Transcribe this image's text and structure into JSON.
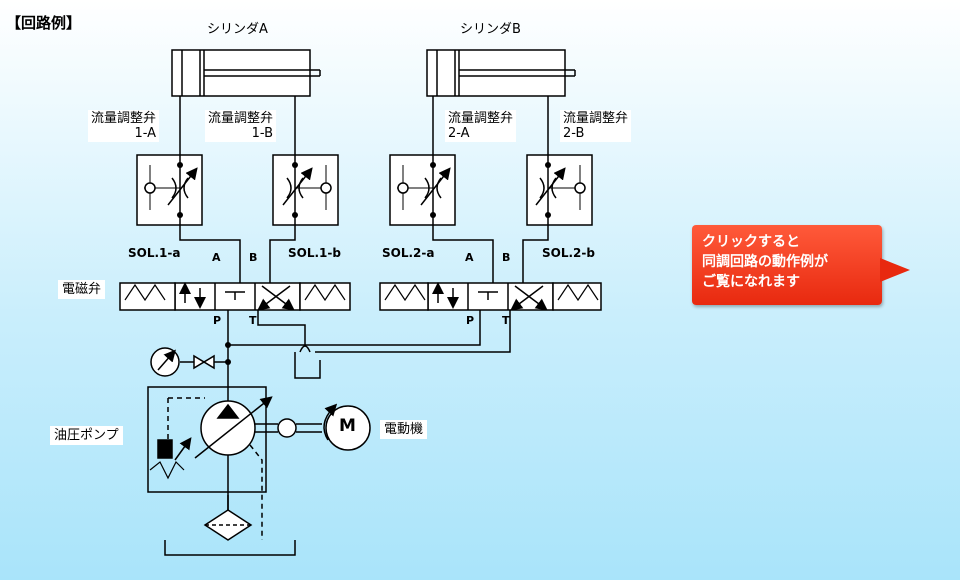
{
  "title": "【回路例】",
  "cylinders": [
    {
      "label": "シリンダA"
    },
    {
      "label": "シリンダB"
    }
  ],
  "flow_valves": [
    {
      "line1": "流量調整弁",
      "line2": "1-A"
    },
    {
      "line1": "流量調整弁",
      "line2": "1-B"
    },
    {
      "line1": "流量調整弁",
      "line2": "2-A"
    },
    {
      "line1": "流量調整弁",
      "line2": "2-B"
    }
  ],
  "solenoids": [
    "SOL.1-a",
    "SOL.1-b",
    "SOL.2-a",
    "SOL.2-b"
  ],
  "ports": {
    "a": "A",
    "b": "B",
    "p": "P",
    "t": "T"
  },
  "labels": {
    "solenoid_valve": "電磁弁",
    "hydraulic_pump": "油圧ポンプ",
    "motor": "電動機",
    "motor_symbol": "M"
  },
  "callout": {
    "line1": "クリックすると",
    "line2": "同調回路の動作例が",
    "line3": "ご覧になれます"
  },
  "colors": {
    "callout": "#e8290f",
    "background": "#c9eefc"
  }
}
